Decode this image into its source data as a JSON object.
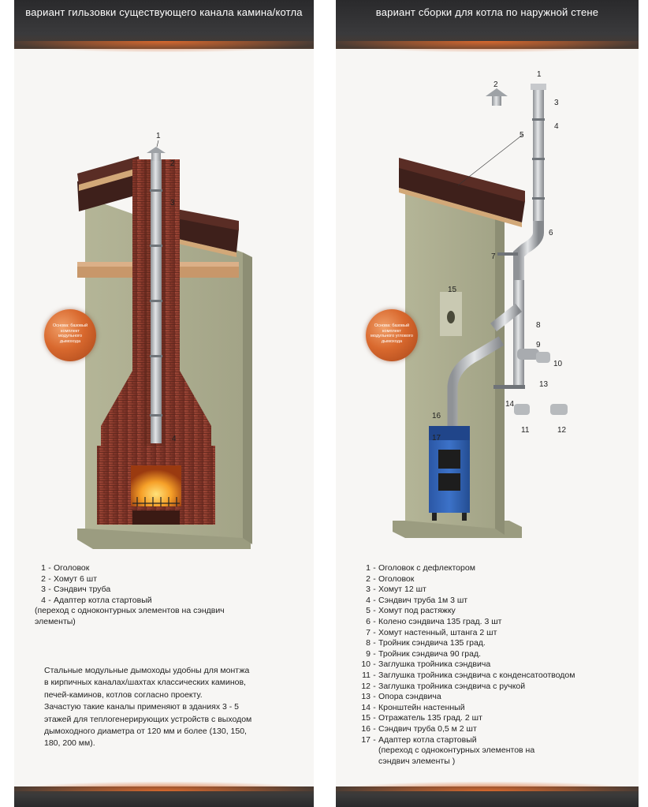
{
  "left_panel": {
    "title": "вариант гильзовки существующего канала камина/котла",
    "badge": "Основа: базовый комплект модульного дымохода",
    "labels": [
      "1",
      "2",
      "3",
      "4"
    ],
    "legend": [
      {
        "n": "1",
        "text": "Оголовок"
      },
      {
        "n": "2",
        "text": "Хомут  6 шт"
      },
      {
        "n": "3",
        "text": "Сэндвич труба"
      },
      {
        "n": "4",
        "text": "Адаптер котла стартовый"
      }
    ],
    "legend_continuation": [
      "(переход с одноконтурных элементов на сэндвич",
      "элементы)"
    ],
    "paragraph": [
      "Стальные модульные дымоходы удобны для монтжа",
      "в кирпичных каналах/шахтах классических каминов,",
      "печей-каминов, котлов согласно проекту.",
      "Зачастую такие  каналы  применяют  в  зданиях  3 - 5",
      "этажей для теплогенерирующих устройств с выходом",
      "дымоходного  диаметра от 120 мм и  более (130, 150,",
      "180, 200 мм)."
    ]
  },
  "right_panel": {
    "title": "вариант сборки  для котла по наружной стене",
    "badge": "Основа: базовый комплект модульного углового дымохода",
    "labels": [
      "1",
      "2",
      "3",
      "4",
      "5",
      "6",
      "7",
      "8",
      "9",
      "10",
      "11",
      "12",
      "13",
      "14",
      "15",
      "16",
      "17"
    ],
    "legend": [
      {
        "n": "1",
        "text": "Оголовок с дефлектором"
      },
      {
        "n": "2",
        "text": "Оголовок"
      },
      {
        "n": "3",
        "text": "Хомут 12 шт"
      },
      {
        "n": "4",
        "text": "Сэндвич труба  1м 3 шт"
      },
      {
        "n": "5",
        "text": "Хомут под растяжку"
      },
      {
        "n": "6",
        "text": "Колено сэндвича 135 град. 3 шт"
      },
      {
        "n": "7",
        "text": "Хомут настенный, штанга 2 шт"
      },
      {
        "n": "8",
        "text": "Тройник сэндвича 135 град."
      },
      {
        "n": "9",
        "text": "Тройник сэндвича 90 град."
      },
      {
        "n": "10",
        "text": "Заглушка тройника сэндвича"
      },
      {
        "n": "11",
        "text": "Заглушка тройника сэндвича с конденсатоотводом"
      },
      {
        "n": "12",
        "text": "Заглушка тройника сэндвича с ручкой"
      },
      {
        "n": "13",
        "text": "Опора сэндвича"
      },
      {
        "n": "14",
        "text": "Кронштейн настенный"
      },
      {
        "n": "15",
        "text": "Отражатель 135 град. 2 шт"
      },
      {
        "n": "16",
        "text": "Сэндвич труба 0,5 м 2 шт"
      },
      {
        "n": "17",
        "text": "Адаптер котла стартовый"
      }
    ],
    "legend_continuation": [
      "(переход с одноконтурных элементов на",
      "сэндвич элементы )"
    ]
  },
  "colors": {
    "header_dark": "#2f2f31",
    "accent_orange": "#d9692e",
    "wall": "#a9aa8c",
    "brick": "#8a3a2c",
    "roof": "#4a2620",
    "shelf": "#c8976a",
    "boiler_blue": "#3566b8",
    "steel": "#b9bcc0"
  }
}
